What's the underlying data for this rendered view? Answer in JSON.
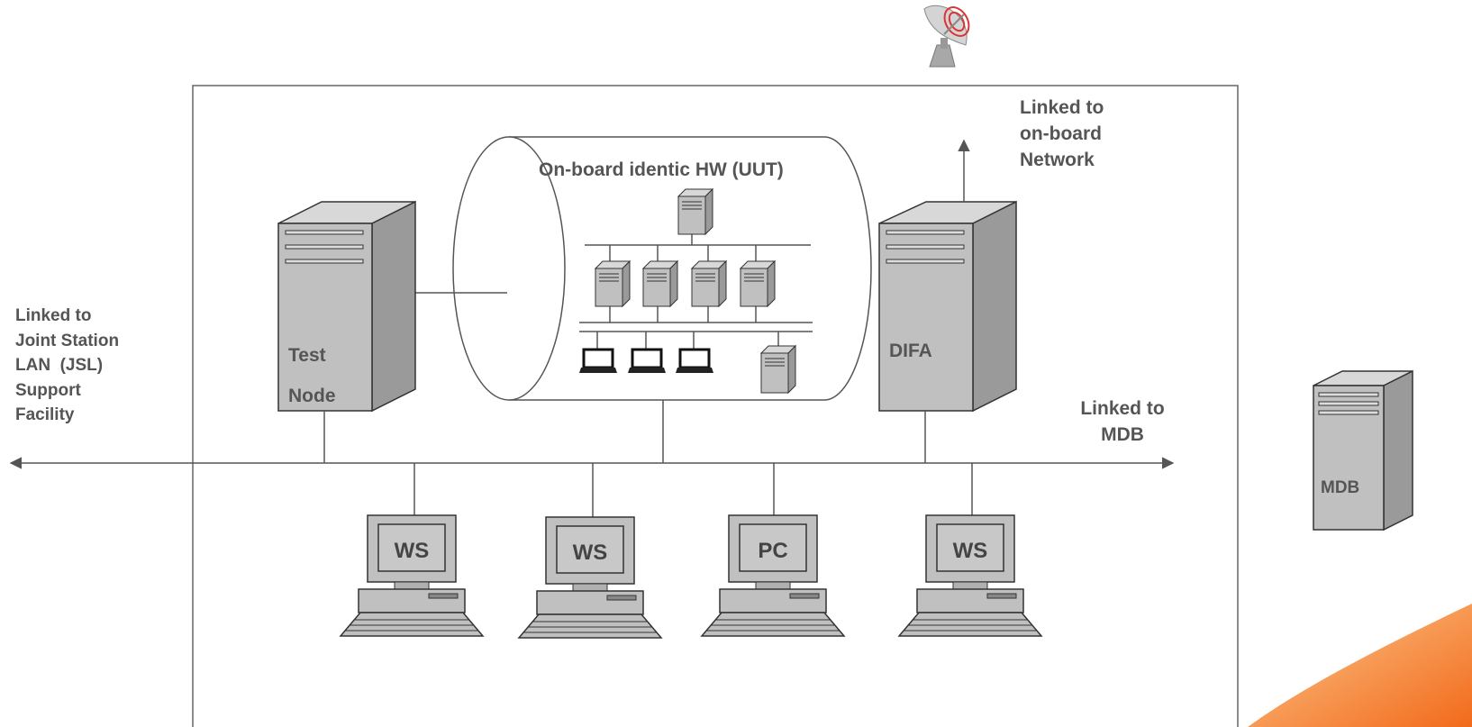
{
  "diagram": {
    "uut_title": "On-board identic HW (UUT)",
    "onboard_link": [
      "Linked to",
      "on-board",
      "Network"
    ],
    "jsl_link": [
      "Linked to",
      "Joint Station",
      "LAN  (JSL)",
      "Support",
      "Facility"
    ],
    "mdb_link": [
      "Linked to",
      "MDB"
    ],
    "test_node": [
      "Test",
      "Node"
    ],
    "difa": "DIFA",
    "mdb": "MDB",
    "workstations": [
      "WS",
      "WS",
      "PC",
      "WS"
    ]
  },
  "colors": {
    "server_front": "#c0c0c0",
    "server_side": "#9a9a9a",
    "server_top": "#d8d8d8",
    "line": "#555555",
    "text": "#555555",
    "accent": "#f47a2a"
  },
  "icons": [
    "satellite-dish-icon",
    "server-icon",
    "workstation-icon",
    "laptop-icon"
  ]
}
